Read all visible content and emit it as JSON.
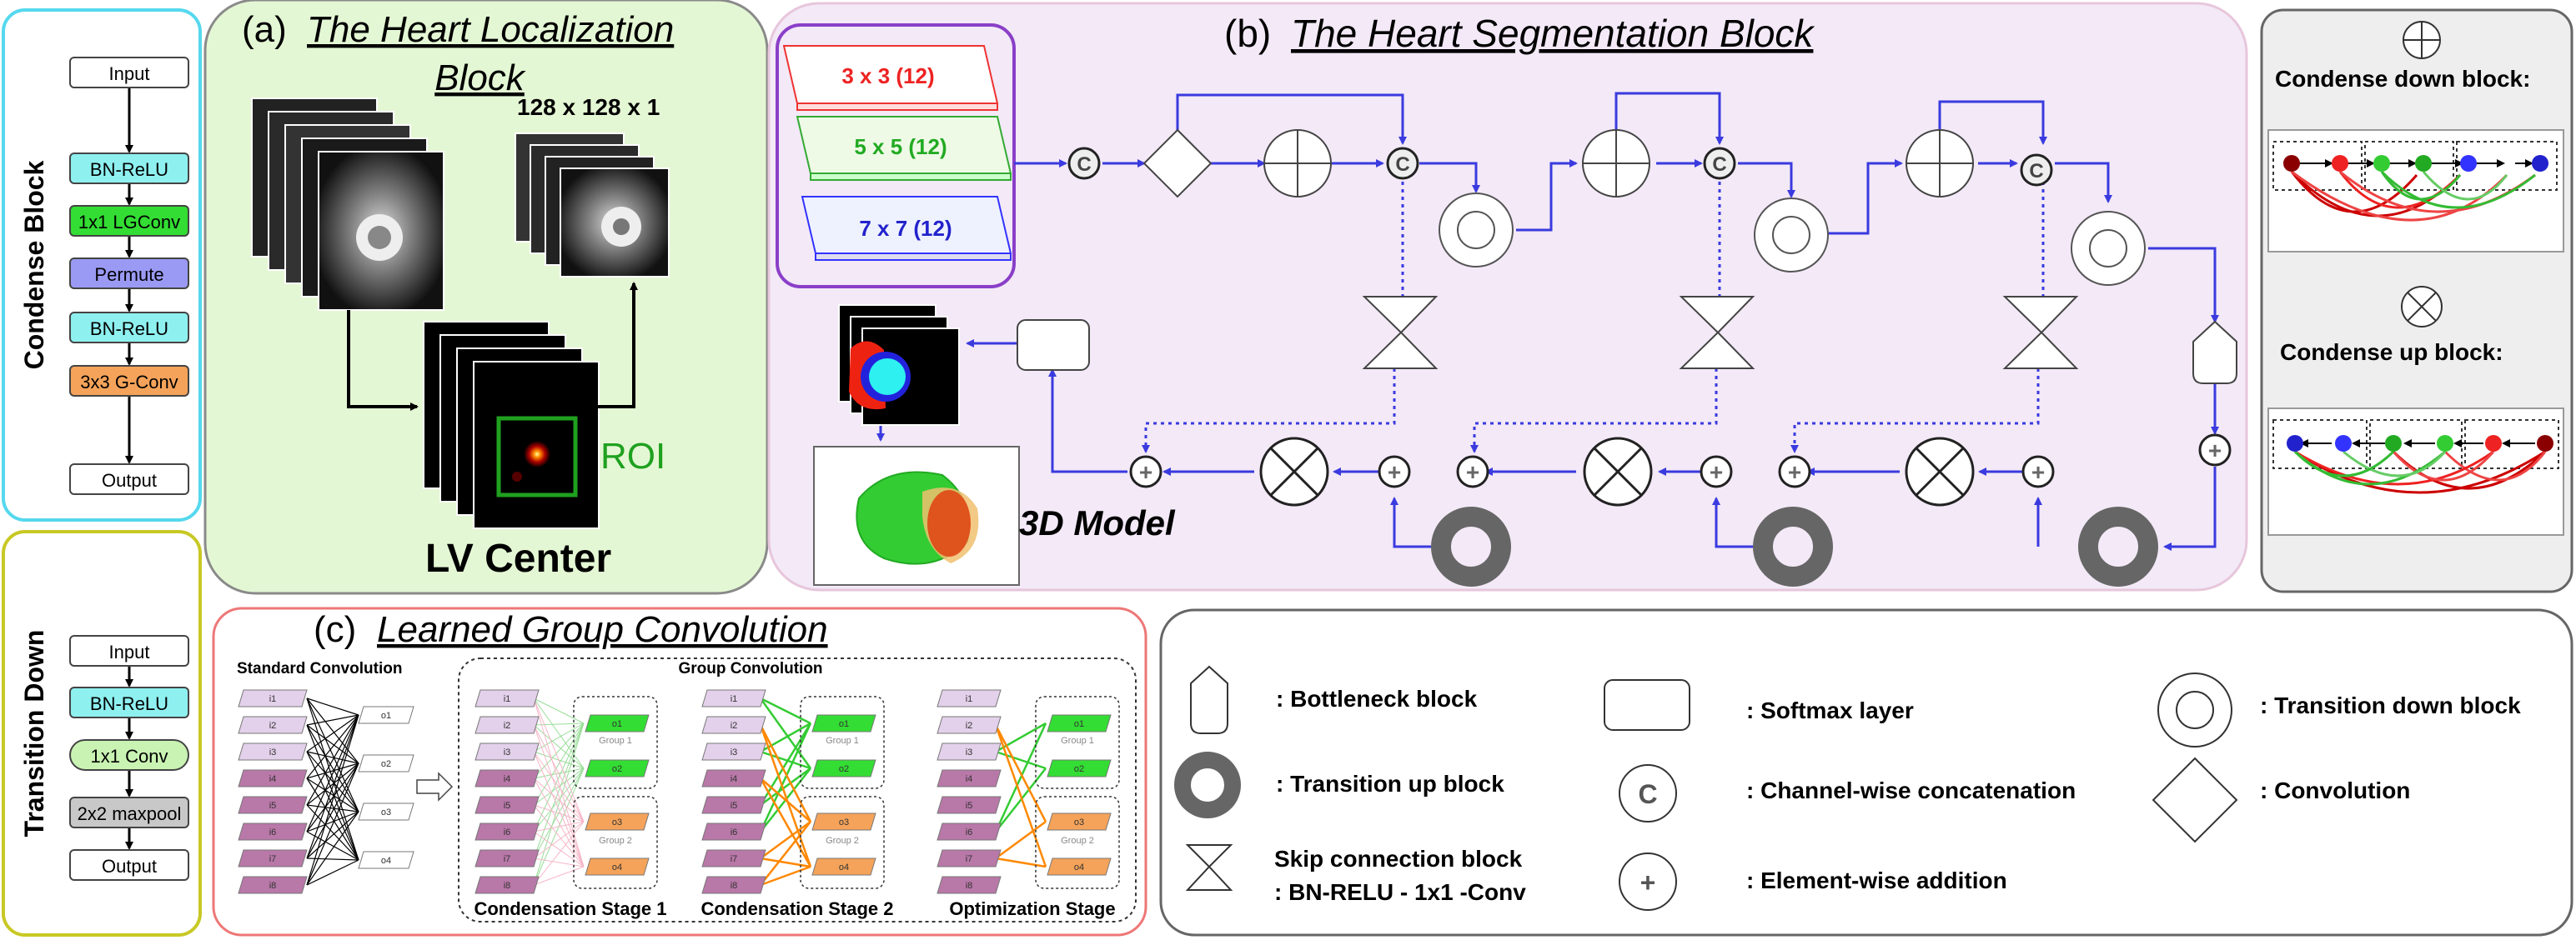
{
  "condense_block": {
    "title": "Condense Block",
    "steps": [
      "Input",
      "BN-ReLU",
      "1x1 LGConv",
      "Permute",
      "BN-ReLU",
      "3x3 G-Conv",
      "Output"
    ]
  },
  "transition_down": {
    "title": "Transition Down",
    "steps": [
      "Input",
      "BN-ReLU",
      "1x1 Conv",
      "2x2 maxpool",
      "Output"
    ]
  },
  "panel_a": {
    "prefix": "(a)",
    "title_line1": "The Heart Localization",
    "title_line2": "Block",
    "size_label": "128 x 128 x 1",
    "roi_label": "ROI",
    "lv_label": "LV Center"
  },
  "panel_b": {
    "prefix": "(b)",
    "title": "The Heart Segmentation Block",
    "kernels": [
      "3 x 3 (12)",
      "5 x 5 (12)",
      "7 x 7 (12)"
    ],
    "concat_symbol": "C",
    "add_symbol": "+",
    "model_label": "3D Model"
  },
  "panel_c": {
    "prefix": "(c)",
    "title": "Learned Group Convolution",
    "standard_label": "Standard Convolution",
    "group_label": "Group Convolution",
    "inputs": [
      "i1",
      "i2",
      "i3",
      "i4",
      "i5",
      "i6",
      "i7",
      "i8"
    ],
    "outputs": [
      "o1",
      "o2",
      "o3",
      "o4"
    ],
    "group1": "Group 1",
    "group2": "Group 2",
    "stages": [
      "Condensation Stage 1",
      "Condensation Stage 2",
      "Optimization Stage"
    ]
  },
  "side_panel": {
    "condense_down": "Condense down block:",
    "condense_up": "Condense up block:"
  },
  "legend": {
    "bottleneck": ": Bottleneck block",
    "transition_up": ": Transition up block",
    "skip_line1": "Skip connection block",
    "skip_line2": ": BN-RELU - 1x1 -Conv",
    "softmax": ": Softmax layer",
    "concat": ": Channel-wise concatenation",
    "addition": ": Element-wise addition",
    "transition_down": ": Transition down block",
    "convolution": ": Convolution",
    "c_symbol": "C",
    "plus_symbol": "+"
  },
  "colors": {
    "blue_arrow": "#3a3adf",
    "green_box": "#33dd33",
    "cyan_box": "#8ff0f0",
    "purple_box": "#9a9af5",
    "orange_box": "#f5a35a",
    "panel_a_bg": "#e4f7d4",
    "panel_b_bg": "#f3e9f7",
    "panel_c_border": "#ee7777"
  }
}
